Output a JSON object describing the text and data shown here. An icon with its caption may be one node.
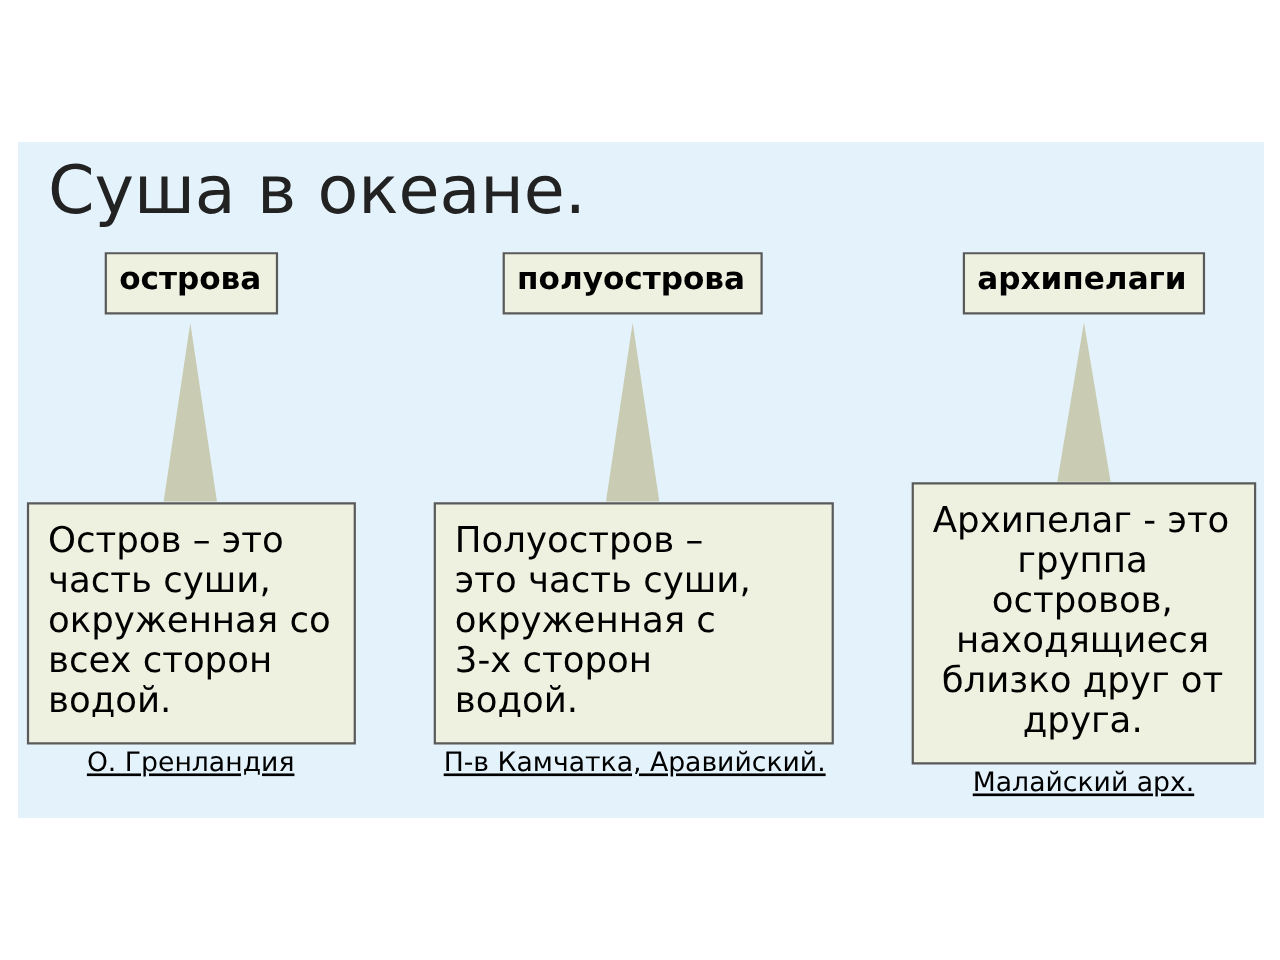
{
  "diagram": {
    "title": "Суша в океане.",
    "nodes": [
      {
        "text": [
          "острова"
        ]
      },
      {
        "text": [
          "полуострова"
        ]
      },
      {
        "text": [
          "архипелаги"
        ]
      },
      {
        "text": [
          "Остров – это часть суши, окруженная со всех сторон водой."
        ],
        "beside": [
          "О. Гренландия"
        ]
      },
      {
        "text": [
          "Полуостров – это часть суши, окруженная с 3-х сторон водой."
        ],
        "beside": [
          "П-в Камчатка, Аравийский."
        ]
      },
      {
        "text": [
          "Архипелаг - это группа островов, находящиеся близко друг от друга."
        ],
        "beside": [
          "Малайский арх."
        ]
      }
    ],
    "edges": [
      {
        "from": 3,
        "to": 0,
        "arrow": "none"
      },
      {
        "from": 4,
        "to": 1,
        "arrow": "none"
      },
      {
        "from": 5,
        "to": 2,
        "arrow": "none"
      }
    ]
  }
}
